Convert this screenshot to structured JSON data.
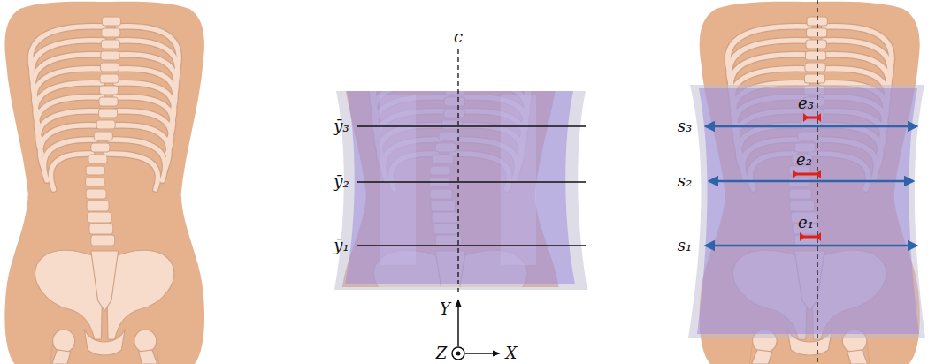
{
  "diagram": {
    "labels": [
      "c",
      "ȳ₃",
      "e₃",
      "s₃",
      "ȳ₂",
      "e₂",
      "s₂",
      "ȳ₁",
      "e₁",
      "s₁",
      "Y",
      "Z",
      "X"
    ]
  }
}
